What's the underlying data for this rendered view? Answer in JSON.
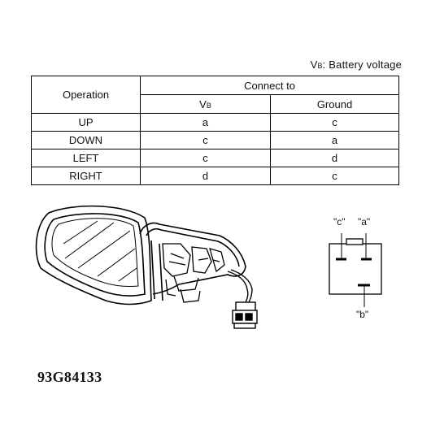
{
  "legend": {
    "prefix": "V",
    "subscript": "B",
    "text": ": Battery voltage"
  },
  "table": {
    "header_operation": "Operation",
    "header_connect": "Connect to",
    "col_vb_main": "V",
    "col_vb_sub": "B",
    "col_ground": "Ground",
    "rows": [
      {
        "operation": "UP",
        "vb": "a",
        "ground": "c"
      },
      {
        "operation": "DOWN",
        "vb": "c",
        "ground": "a"
      },
      {
        "operation": "LEFT",
        "vb": "c",
        "ground": "d"
      },
      {
        "operation": "RIGHT",
        "vb": "d",
        "ground": "c"
      }
    ]
  },
  "connector": {
    "label_c": "\"c\"",
    "label_a": "\"a\"",
    "label_b": "\"b\""
  },
  "figure_code": "93G84133"
}
